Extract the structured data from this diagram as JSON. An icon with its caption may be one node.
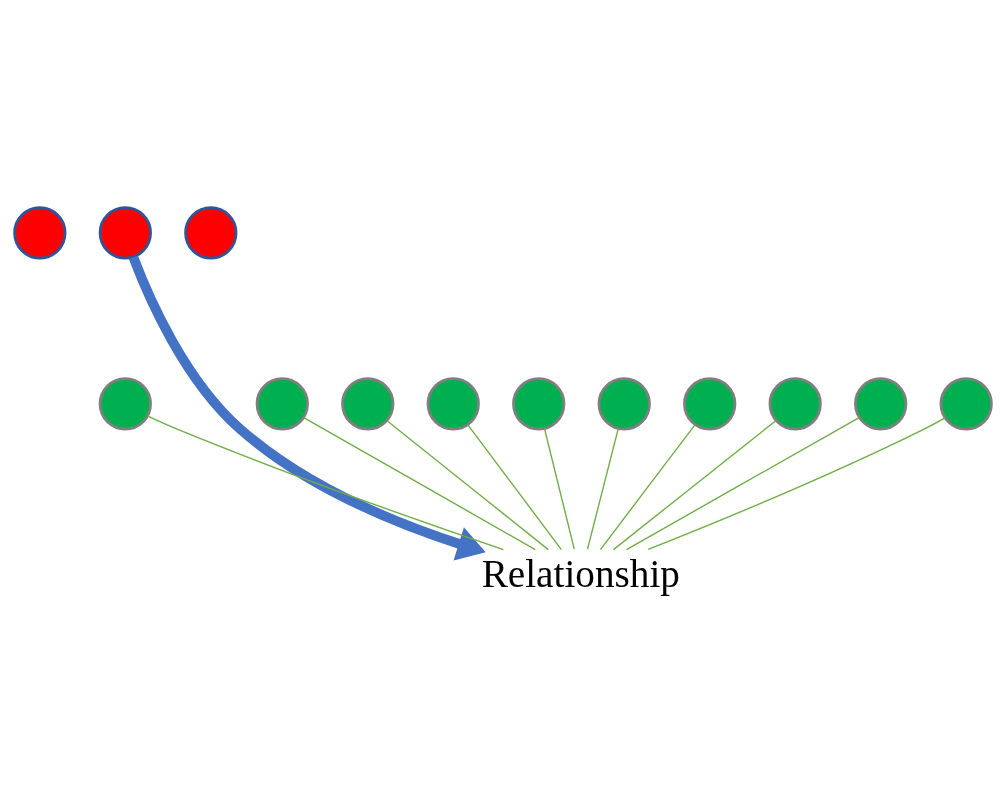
{
  "diagram": {
    "nodes": [
      {
        "text": [],
        "shape": "circle"
      },
      {
        "text": [],
        "shape": "circle"
      },
      {
        "text": [],
        "shape": "circle"
      },
      {
        "text": [],
        "shape": "circle"
      },
      {
        "text": [],
        "shape": "circle"
      },
      {
        "text": [],
        "shape": "circle"
      },
      {
        "text": [],
        "shape": "circle"
      },
      {
        "text": [],
        "shape": "circle"
      },
      {
        "text": [],
        "shape": "circle"
      },
      {
        "text": [],
        "shape": "circle"
      },
      {
        "text": [],
        "shape": "circle"
      },
      {
        "text": [],
        "shape": "circle"
      },
      {
        "text": [],
        "shape": "circle"
      },
      {
        "text": [
          "Relationship"
        ]
      }
    ],
    "edges": [
      {
        "from": 3,
        "to": 13,
        "arrow": "none"
      },
      {
        "from": 4,
        "to": 13,
        "arrow": "none"
      },
      {
        "from": 5,
        "to": 13,
        "arrow": "none"
      },
      {
        "from": 6,
        "to": 13,
        "arrow": "none"
      },
      {
        "from": 7,
        "to": 13,
        "arrow": "none"
      },
      {
        "from": 8,
        "to": 13,
        "arrow": "none"
      },
      {
        "from": 9,
        "to": 13,
        "arrow": "none"
      },
      {
        "from": 10,
        "to": 13,
        "arrow": "none"
      },
      {
        "from": 11,
        "to": 13,
        "arrow": "none"
      },
      {
        "from": 12,
        "to": 13,
        "arrow": "none"
      },
      {
        "from": 2,
        "to": 13,
        "arrow": "to",
        "style": "thick",
        "color": "#4472c4"
      }
    ]
  }
}
